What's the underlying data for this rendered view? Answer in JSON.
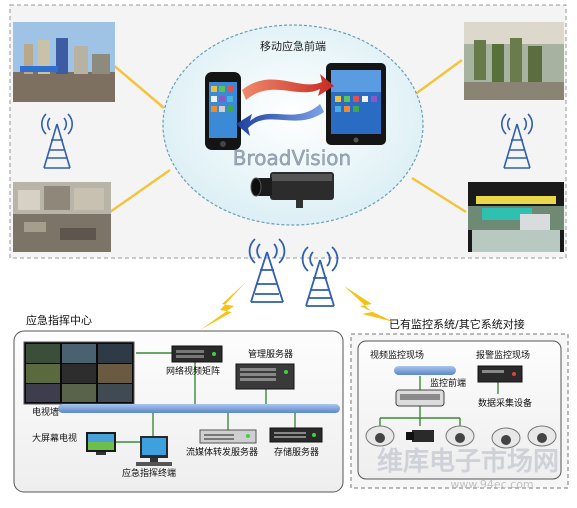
{
  "top": {
    "title": "移动应急前端",
    "brand": "BroadVision"
  },
  "center": {
    "title": "应急指挥中心",
    "labels": {
      "matrix": "网络视频矩阵",
      "mgmt_server": "管理服务器",
      "tv_wall": "电视墙",
      "big_tv": "大屏幕电视",
      "terminal": "应急指挥终端",
      "stream_server": "流媒体转发服务器",
      "storage_server": "存储服务器"
    }
  },
  "existing": {
    "title": "已有监控系统/其它系统对接",
    "labels": {
      "video_site": "视频监控现场",
      "alarm_site": "报警监控现场",
      "monitor_front": "监控前端",
      "data_acq": "数据采集设备"
    }
  },
  "watermark": {
    "text": "维库电子市场网",
    "url": "www.94ec.com"
  },
  "colors": {
    "accent_blue": "#6f98d6",
    "bolt_yellow": "#f5c218",
    "connector": "#f3c43c",
    "tower": "#2f5fae",
    "arrow_red": "#d63a2e",
    "arrow_blue": "#2b4fb3"
  }
}
